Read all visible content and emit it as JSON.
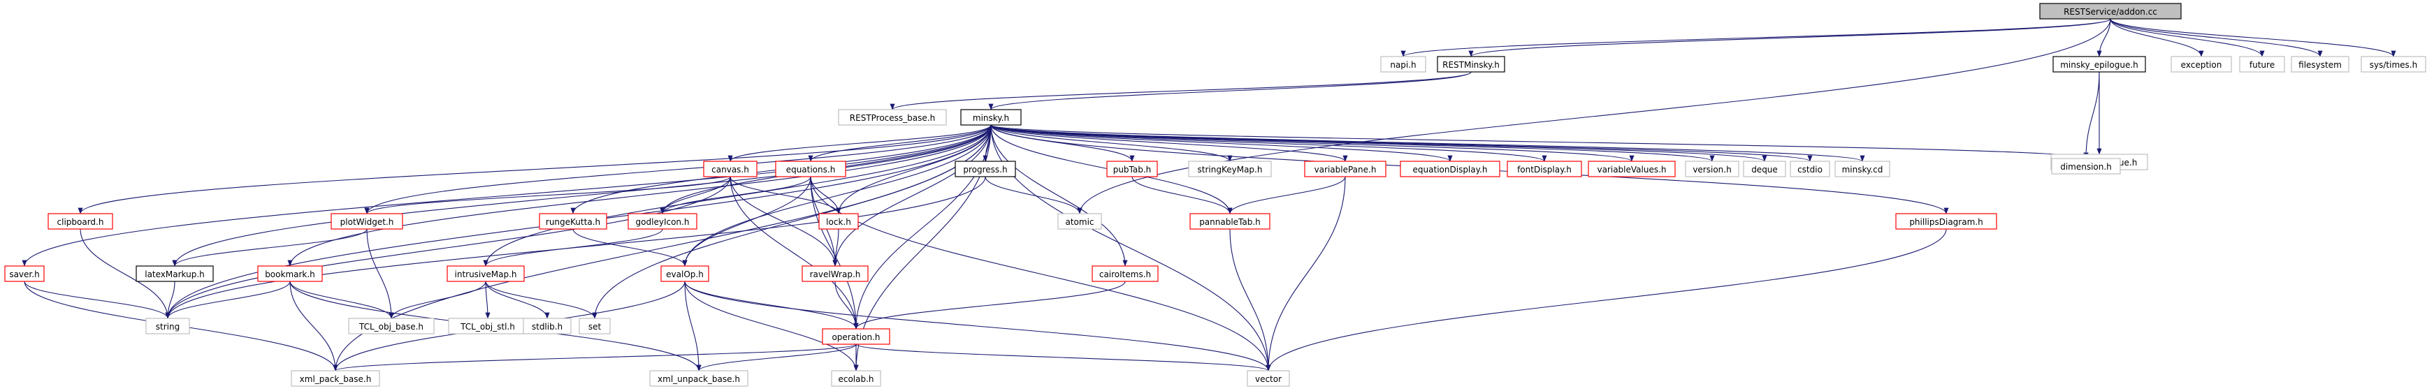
{
  "title": "RESTService/addon.cc",
  "colors": {
    "edge": "#191970",
    "border_red": "#ff0000",
    "border_black": "#000000",
    "border_gray": "#bfbfbf",
    "root_fill": "#bfbfbf",
    "node_fill": "#ffffff"
  },
  "nodes": [
    {
      "id": "root",
      "label": "RESTService/addon.cc",
      "style": "root"
    },
    {
      "id": "napi",
      "label": "napi.h",
      "style": "gray"
    },
    {
      "id": "restminsky",
      "label": "RESTMinsky.h",
      "style": "black"
    },
    {
      "id": "minsky_epilogue",
      "label": "minsky_epilogue.h",
      "style": "black"
    },
    {
      "id": "exception",
      "label": "exception",
      "style": "gray"
    },
    {
      "id": "future",
      "label": "future",
      "style": "gray"
    },
    {
      "id": "filesystem",
      "label": "filesystem",
      "style": "gray"
    },
    {
      "id": "systimes",
      "label": "sys/times.h",
      "style": "gray"
    },
    {
      "id": "restprocess",
      "label": "RESTProcess_base.h",
      "style": "gray"
    },
    {
      "id": "minsky",
      "label": "minsky.h",
      "style": "black"
    },
    {
      "id": "ecolab_epilogue",
      "label": "ecolab_epilogue.h",
      "style": "gray"
    },
    {
      "id": "dimension",
      "label": "dimension.h",
      "style": "gray"
    },
    {
      "id": "canvas",
      "label": "canvas.h",
      "style": "red"
    },
    {
      "id": "equations",
      "label": "equations.h",
      "style": "red"
    },
    {
      "id": "progress",
      "label": "progress.h",
      "style": "black"
    },
    {
      "id": "pubtab",
      "label": "pubTab.h",
      "style": "red"
    },
    {
      "id": "stringkeymap",
      "label": "stringKeyMap.h",
      "style": "gray"
    },
    {
      "id": "variablepane",
      "label": "variablePane.h",
      "style": "red"
    },
    {
      "id": "equationdisplay",
      "label": "equationDisplay.h",
      "style": "red"
    },
    {
      "id": "fontdisplay",
      "label": "fontDisplay.h",
      "style": "red"
    },
    {
      "id": "variablevalues",
      "label": "variableValues.h",
      "style": "red"
    },
    {
      "id": "version",
      "label": "version.h",
      "style": "gray"
    },
    {
      "id": "deque",
      "label": "deque",
      "style": "gray"
    },
    {
      "id": "cstdio",
      "label": "cstdio",
      "style": "gray"
    },
    {
      "id": "minskycd",
      "label": "minsky.cd",
      "style": "gray"
    },
    {
      "id": "clipboard",
      "label": "clipboard.h",
      "style": "red"
    },
    {
      "id": "plotwidget",
      "label": "plotWidget.h",
      "style": "red"
    },
    {
      "id": "rungekutta",
      "label": "rungeKutta.h",
      "style": "red"
    },
    {
      "id": "godleyicon",
      "label": "godleyIcon.h",
      "style": "red"
    },
    {
      "id": "lock",
      "label": "lock.h",
      "style": "red"
    },
    {
      "id": "atomic",
      "label": "atomic",
      "style": "gray"
    },
    {
      "id": "panntab",
      "label": "pannableTab.h",
      "style": "red"
    },
    {
      "id": "phillips",
      "label": "phillipsDiagram.h",
      "style": "red"
    },
    {
      "id": "saver",
      "label": "saver.h",
      "style": "red"
    },
    {
      "id": "latexmarkup",
      "label": "latexMarkup.h",
      "style": "black"
    },
    {
      "id": "bookmark",
      "label": "bookmark.h",
      "style": "red"
    },
    {
      "id": "intrusivemap",
      "label": "intrusiveMap.h",
      "style": "red"
    },
    {
      "id": "evalop",
      "label": "evalOp.h",
      "style": "red"
    },
    {
      "id": "ravelwrap",
      "label": "ravelWrap.h",
      "style": "red"
    },
    {
      "id": "cairoitems",
      "label": "cairoItems.h",
      "style": "red"
    },
    {
      "id": "string",
      "label": "string",
      "style": "gray"
    },
    {
      "id": "tclobjbase",
      "label": "TCL_obj_base.h",
      "style": "gray"
    },
    {
      "id": "tclobjstl",
      "label": "TCL_obj_stl.h",
      "style": "gray"
    },
    {
      "id": "stdlib",
      "label": "stdlib.h",
      "style": "gray"
    },
    {
      "id": "set",
      "label": "set",
      "style": "gray"
    },
    {
      "id": "operation",
      "label": "operation.h",
      "style": "red"
    },
    {
      "id": "xmlpack",
      "label": "xml_pack_base.h",
      "style": "gray"
    },
    {
      "id": "xmlunpack",
      "label": "xml_unpack_base.h",
      "style": "gray"
    },
    {
      "id": "ecolab",
      "label": "ecolab.h",
      "style": "gray"
    },
    {
      "id": "vector",
      "label": "vector",
      "style": "gray"
    }
  ],
  "edges": [
    [
      "root",
      "napi"
    ],
    [
      "root",
      "restminsky"
    ],
    [
      "root",
      "minsky_epilogue"
    ],
    [
      "root",
      "exception"
    ],
    [
      "root",
      "future"
    ],
    [
      "root",
      "filesystem"
    ],
    [
      "root",
      "systimes"
    ],
    [
      "root",
      "atomic"
    ],
    [
      "restminsky",
      "restprocess"
    ],
    [
      "restminsky",
      "minsky"
    ],
    [
      "minsky_epilogue",
      "ecolab_epilogue"
    ],
    [
      "minsky_epilogue",
      "dimension"
    ],
    [
      "minsky",
      "canvas"
    ],
    [
      "minsky",
      "equations"
    ],
    [
      "minsky",
      "progress"
    ],
    [
      "minsky",
      "pubtab"
    ],
    [
      "minsky",
      "stringkeymap"
    ],
    [
      "minsky",
      "variablepane"
    ],
    [
      "minsky",
      "equationdisplay"
    ],
    [
      "minsky",
      "fontdisplay"
    ],
    [
      "minsky",
      "variablevalues"
    ],
    [
      "minsky",
      "version"
    ],
    [
      "minsky",
      "deque"
    ],
    [
      "minsky",
      "cstdio"
    ],
    [
      "minsky",
      "minskycd"
    ],
    [
      "minsky",
      "dimension"
    ],
    [
      "minsky",
      "clipboard"
    ],
    [
      "minsky",
      "plotwidget"
    ],
    [
      "minsky",
      "rungekutta"
    ],
    [
      "minsky",
      "godleyicon"
    ],
    [
      "minsky",
      "lock"
    ],
    [
      "minsky",
      "panntab"
    ],
    [
      "minsky",
      "phillips"
    ],
    [
      "minsky",
      "saver"
    ],
    [
      "minsky",
      "latexmarkup"
    ],
    [
      "minsky",
      "bookmark"
    ],
    [
      "minsky",
      "intrusivemap"
    ],
    [
      "minsky",
      "evalop"
    ],
    [
      "minsky",
      "ravelwrap"
    ],
    [
      "minsky",
      "cairoitems"
    ],
    [
      "minsky",
      "string"
    ],
    [
      "minsky",
      "set"
    ],
    [
      "minsky",
      "operation"
    ],
    [
      "minsky",
      "ecolab"
    ],
    [
      "minsky",
      "vector"
    ],
    [
      "minsky",
      "xmlpack"
    ],
    [
      "canvas",
      "plotwidget"
    ],
    [
      "canvas",
      "godleyicon"
    ],
    [
      "canvas",
      "lock"
    ],
    [
      "canvas",
      "ravelwrap"
    ],
    [
      "canvas",
      "operation"
    ],
    [
      "canvas",
      "string"
    ],
    [
      "equations",
      "godleyicon"
    ],
    [
      "equations",
      "lock"
    ],
    [
      "equations",
      "evalop"
    ],
    [
      "equations",
      "operation"
    ],
    [
      "equations",
      "vector"
    ],
    [
      "equations",
      "ravelwrap"
    ],
    [
      "progress",
      "atomic"
    ],
    [
      "progress",
      "string"
    ],
    [
      "pubtab",
      "panntab"
    ],
    [
      "variablepane",
      "panntab"
    ],
    [
      "variablepane",
      "vector"
    ],
    [
      "panntab",
      "vector"
    ],
    [
      "phillips",
      "vector"
    ],
    [
      "clipboard",
      "string"
    ],
    [
      "plotwidget",
      "latexmarkup"
    ],
    [
      "plotwidget",
      "tclobjbase"
    ],
    [
      "rungekutta",
      "evalop"
    ],
    [
      "godleyicon",
      "intrusivemap"
    ],
    [
      "lock",
      "ravelwrap"
    ],
    [
      "saver",
      "string"
    ],
    [
      "saver",
      "xmlpack"
    ],
    [
      "latexmarkup",
      "string"
    ],
    [
      "bookmark",
      "string"
    ],
    [
      "bookmark",
      "tclobjbase"
    ],
    [
      "bookmark",
      "xmlpack"
    ],
    [
      "bookmark",
      "xmlunpack"
    ],
    [
      "intrusivemap",
      "tclobjbase"
    ],
    [
      "intrusivemap",
      "tclobjstl"
    ],
    [
      "intrusivemap",
      "stdlib"
    ],
    [
      "intrusivemap",
      "set"
    ],
    [
      "evalop",
      "operation"
    ],
    [
      "evalop",
      "xmlpack"
    ],
    [
      "evalop",
      "xmlunpack"
    ],
    [
      "evalop",
      "ecolab"
    ],
    [
      "evalop",
      "vector"
    ],
    [
      "ravelwrap",
      "operation"
    ],
    [
      "cairoitems",
      "operation"
    ],
    [
      "operation",
      "xmlpack"
    ],
    [
      "operation",
      "xmlunpack"
    ],
    [
      "operation",
      "ecolab"
    ],
    [
      "operation",
      "vector"
    ]
  ]
}
